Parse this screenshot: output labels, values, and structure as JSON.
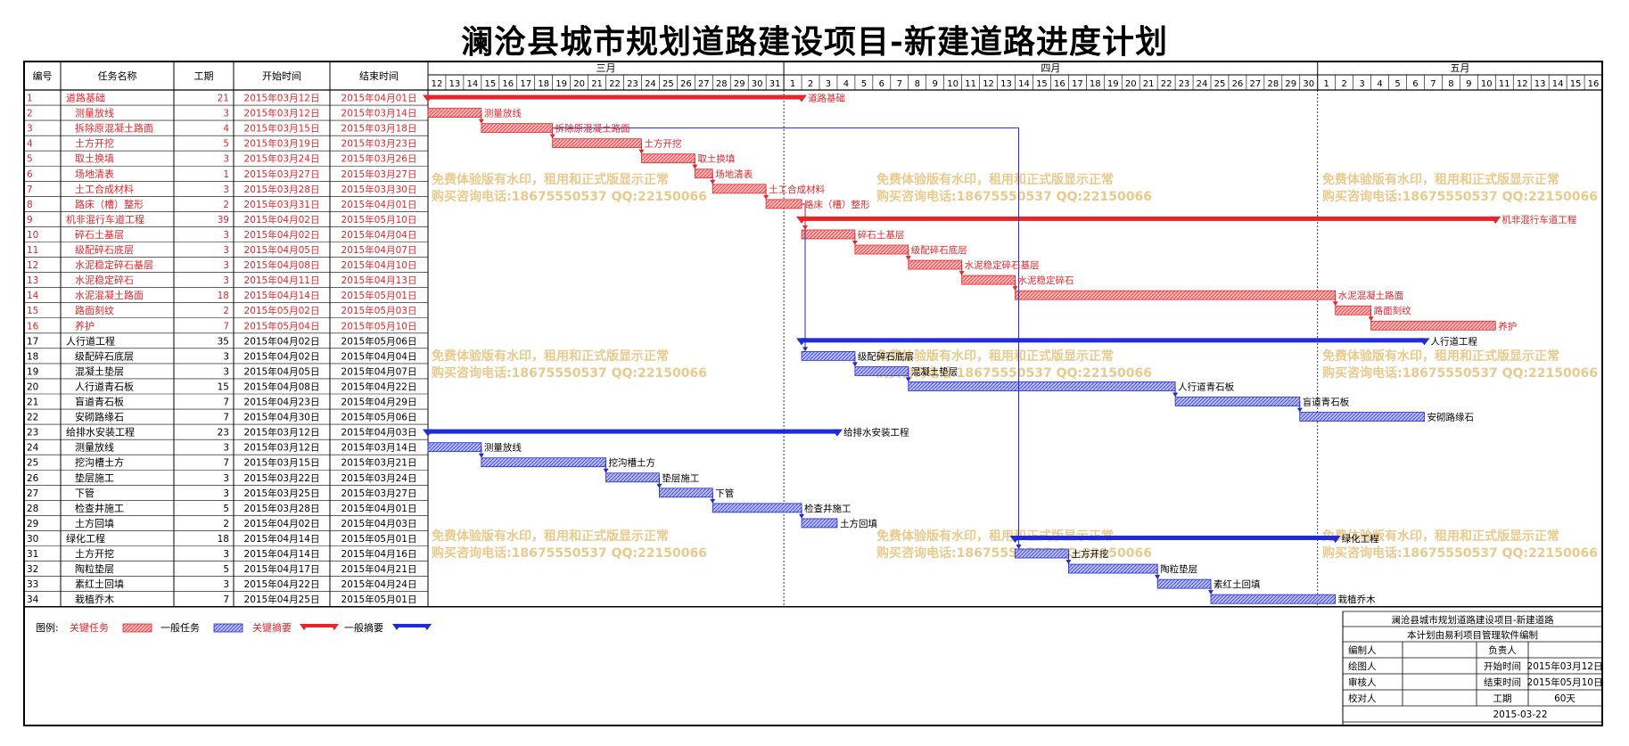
{
  "title": "澜沧县城市规划道路建设项目-新建道路进度计划",
  "columns": [
    "编号",
    "任务名称",
    "工期",
    "开始时间",
    "结束时间"
  ],
  "months": [
    "三月",
    "四月",
    "五月"
  ],
  "march_days": [
    "12",
    "13",
    "14",
    "15",
    "16",
    "17",
    "18",
    "19",
    "20",
    "21",
    "22",
    "23",
    "24",
    "25",
    "26",
    "27",
    "28",
    "29",
    "30",
    "31"
  ],
  "april_days": [
    "1",
    "2",
    "3",
    "4",
    "5",
    "6",
    "7",
    "8",
    "9",
    "10",
    "11",
    "12",
    "13",
    "14",
    "15",
    "16",
    "17",
    "18",
    "19",
    "20",
    "21",
    "22",
    "23",
    "24",
    "25",
    "26",
    "27",
    "28",
    "29",
    "30"
  ],
  "may_days": [
    "1",
    "2",
    "3",
    "4",
    "5",
    "6",
    "7",
    "8",
    "9",
    "10",
    "11",
    "12",
    "13",
    "14",
    "15",
    "16"
  ],
  "watermark": {
    "line1": "免费体验版有水印，租用和正式版显示正常",
    "line2": "购买咨询电话:18675550537 QQ:22150066"
  },
  "legend": {
    "prefix": "图例:",
    "critical_task": "关键任务",
    "normal_task": "一般任务",
    "critical_summary": "关键摘要",
    "normal_summary": "一般摘要"
  },
  "info_box": {
    "project": "澜沧县城市规划道路建设项目-新建道路",
    "note": "本计划由易利项目管理软件编制",
    "rows": [
      [
        "编制人",
        "",
        "负责人",
        ""
      ],
      [
        "绘图人",
        "",
        "开始时间",
        "2015年03月12日"
      ],
      [
        "审核人",
        "",
        "结束时间",
        "2015年05月10日"
      ],
      [
        "校对人",
        "",
        "工期",
        "60天"
      ]
    ],
    "date": "2015-03-22"
  },
  "colors": {
    "critical": "#e8252b",
    "normal": "#1f2ad8",
    "critical_fill": "#f08a8a",
    "normal_fill": "#8d92e8"
  },
  "chart_data": {
    "type": "gantt",
    "x_start": "2015-03-12",
    "x_end": "2015-05-16",
    "tasks": [
      {
        "id": "1",
        "name": "道路基础",
        "dur": "21",
        "start": "2015年03月12日",
        "end": "2015年04月01日",
        "kind": "crit_sum",
        "label": "道路基础"
      },
      {
        "id": "2",
        "name": "测量放线",
        "dur": "3",
        "start": "2015年03月12日",
        "end": "2015年03月14日",
        "kind": "crit",
        "label": "测量放线"
      },
      {
        "id": "3",
        "name": "拆除原混凝土路面",
        "dur": "4",
        "start": "2015年03月15日",
        "end": "2015年03月18日",
        "kind": "crit",
        "label": "拆除原混凝土路面"
      },
      {
        "id": "4",
        "name": "土方开挖",
        "dur": "5",
        "start": "2015年03月19日",
        "end": "2015年03月23日",
        "kind": "crit",
        "label": "土方开挖"
      },
      {
        "id": "5",
        "name": "取土换填",
        "dur": "3",
        "start": "2015年03月24日",
        "end": "2015年03月26日",
        "kind": "crit",
        "label": "取土换填"
      },
      {
        "id": "6",
        "name": "场地清表",
        "dur": "1",
        "start": "2015年03月27日",
        "end": "2015年03月27日",
        "kind": "crit",
        "label": "场地清表"
      },
      {
        "id": "7",
        "name": "土工合成材料",
        "dur": "3",
        "start": "2015年03月28日",
        "end": "2015年03月30日",
        "kind": "crit",
        "label": "土工合成材料"
      },
      {
        "id": "8",
        "name": "路床（槽）整形",
        "dur": "2",
        "start": "2015年03月31日",
        "end": "2015年04月01日",
        "kind": "crit",
        "label": "路床（槽）整形"
      },
      {
        "id": "9",
        "name": "机非混行车道工程",
        "dur": "39",
        "start": "2015年04月02日",
        "end": "2015年05月10日",
        "kind": "crit_sum",
        "label": "机非混行车道工程"
      },
      {
        "id": "10",
        "name": "碎石土基层",
        "dur": "3",
        "start": "2015年04月02日",
        "end": "2015年04月04日",
        "kind": "crit",
        "label": "碎石土基层"
      },
      {
        "id": "11",
        "name": "级配碎石底层",
        "dur": "3",
        "start": "2015年04月05日",
        "end": "2015年04月07日",
        "kind": "crit",
        "label": "级配碎石底层"
      },
      {
        "id": "12",
        "name": "水泥稳定碎石基层",
        "dur": "3",
        "start": "2015年04月08日",
        "end": "2015年04月10日",
        "kind": "crit",
        "label": "水泥稳定碎石基层"
      },
      {
        "id": "13",
        "name": "水泥稳定碎石",
        "dur": "3",
        "start": "2015年04月11日",
        "end": "2015年04月13日",
        "kind": "crit",
        "label": "水泥稳定碎石"
      },
      {
        "id": "14",
        "name": "水泥混凝土路面",
        "dur": "18",
        "start": "2015年04月14日",
        "end": "2015年05月01日",
        "kind": "crit",
        "label": "水泥混凝土路面"
      },
      {
        "id": "15",
        "name": "路面刻纹",
        "dur": "2",
        "start": "2015年05月02日",
        "end": "2015年05月03日",
        "kind": "crit",
        "label": "路面刻纹"
      },
      {
        "id": "16",
        "name": "养护",
        "dur": "7",
        "start": "2015年05月04日",
        "end": "2015年05月10日",
        "kind": "crit",
        "label": "养护"
      },
      {
        "id": "17",
        "name": "人行道工程",
        "dur": "35",
        "start": "2015年04月02日",
        "end": "2015年05月06日",
        "kind": "norm_sum",
        "label": "人行道工程"
      },
      {
        "id": "18",
        "name": "级配碎石底层",
        "dur": "3",
        "start": "2015年04月02日",
        "end": "2015年04月04日",
        "kind": "norm",
        "label": "级配碎石底层"
      },
      {
        "id": "19",
        "name": "混凝土垫层",
        "dur": "3",
        "start": "2015年04月05日",
        "end": "2015年04月07日",
        "kind": "norm",
        "label": "混凝土垫层"
      },
      {
        "id": "20",
        "name": "人行道青石板",
        "dur": "15",
        "start": "2015年04月08日",
        "end": "2015年04月22日",
        "kind": "norm",
        "label": "人行道青石板"
      },
      {
        "id": "21",
        "name": "盲道青石板",
        "dur": "7",
        "start": "2015年04月23日",
        "end": "2015年04月29日",
        "kind": "norm",
        "label": "盲道青石板"
      },
      {
        "id": "22",
        "name": "安砌路缘石",
        "dur": "7",
        "start": "2015年04月30日",
        "end": "2015年05月06日",
        "kind": "norm",
        "label": "安砌路缘石"
      },
      {
        "id": "23",
        "name": "给排水安装工程",
        "dur": "23",
        "start": "2015年03月12日",
        "end": "2015年04月03日",
        "kind": "norm_sum",
        "label": "给排水安装工程"
      },
      {
        "id": "24",
        "name": "测量放线",
        "dur": "3",
        "start": "2015年03月12日",
        "end": "2015年03月14日",
        "kind": "norm",
        "label": "测量放线"
      },
      {
        "id": "25",
        "name": "挖沟槽土方",
        "dur": "7",
        "start": "2015年03月15日",
        "end": "2015年03月21日",
        "kind": "norm",
        "label": "挖沟槽土方"
      },
      {
        "id": "26",
        "name": "垫层施工",
        "dur": "3",
        "start": "2015年03月22日",
        "end": "2015年03月24日",
        "kind": "norm",
        "label": "垫层施工"
      },
      {
        "id": "27",
        "name": "下管",
        "dur": "3",
        "start": "2015年03月25日",
        "end": "2015年03月27日",
        "kind": "norm",
        "label": "下管"
      },
      {
        "id": "28",
        "name": "检查井施工",
        "dur": "5",
        "start": "2015年03月28日",
        "end": "2015年04月01日",
        "kind": "norm",
        "label": "检查井施工"
      },
      {
        "id": "29",
        "name": "土方回填",
        "dur": "2",
        "start": "2015年04月02日",
        "end": "2015年04月03日",
        "kind": "norm",
        "label": "土方回填"
      },
      {
        "id": "30",
        "name": "绿化工程",
        "dur": "18",
        "start": "2015年04月14日",
        "end": "2015年05月01日",
        "kind": "norm_sum",
        "label": "绿化工程"
      },
      {
        "id": "31",
        "name": "土方开挖",
        "dur": "3",
        "start": "2015年04月14日",
        "end": "2015年04月16日",
        "kind": "norm",
        "label": "土方开挖"
      },
      {
        "id": "32",
        "name": "陶粒垫层",
        "dur": "5",
        "start": "2015年04月17日",
        "end": "2015年04月21日",
        "kind": "norm",
        "label": "陶粒垫层"
      },
      {
        "id": "33",
        "name": "素红土回填",
        "dur": "3",
        "start": "2015年04月22日",
        "end": "2015年04月24日",
        "kind": "norm",
        "label": "素红土回填"
      },
      {
        "id": "34",
        "name": "栽植乔木",
        "dur": "7",
        "start": "2015年04月25日",
        "end": "2015年05月01日",
        "kind": "norm",
        "label": "栽植乔木"
      }
    ]
  }
}
